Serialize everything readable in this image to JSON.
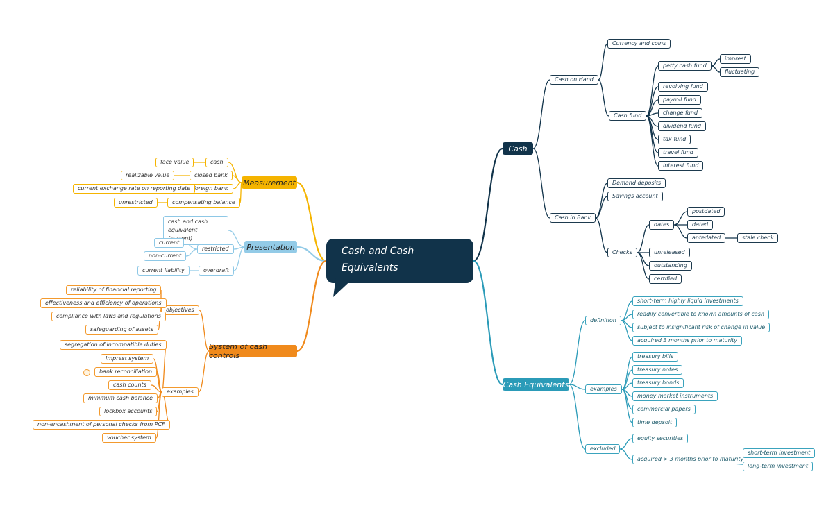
{
  "central": "Cash and Cash Equivalents",
  "colors": {
    "dark": "#11334a",
    "teal": "#2b9bb8",
    "gold": "#f5b400",
    "lightblue": "#93cbe7",
    "orange": "#f08a1c"
  },
  "cash": {
    "label": "Cash",
    "on_hand": "Cash on Hand",
    "currency_coins": "Currency and coins",
    "cash_fund": "Cash fund",
    "petty_cash_fund": "petty cash fund",
    "imprest": "imprest",
    "fluctuating": "fluctuating",
    "revolving_fund": "revolving fund",
    "payroll_fund": "payroll fund",
    "change_fund": "change fund",
    "dividend_fund": "dividend fund",
    "tax_fund": "tax fund",
    "travel_fund": "travel fund",
    "interest_fund": "interest fund",
    "in_bank": "Cash in Bank",
    "demand_deposits": "Demand deposits",
    "savings_account": "Savings account",
    "checks": "Checks",
    "dates": "dates",
    "postdated": "postdated",
    "dated": "dated",
    "antedated": "antedated",
    "stale_check": "stale check",
    "unreleased": "unreleased",
    "outstanding": "outstanding",
    "certified": "certified"
  },
  "cash_equivalents": {
    "label": "Cash Equivalents",
    "definition": "definition",
    "def_1": "short-term highly liquid investments",
    "def_2": "readily convertible to known amounts of cash",
    "def_3": "subject to insignificant risk of change in value",
    "def_4": "acquired 3 months prior to maturity",
    "examples": "examples",
    "ex_1": "treasury bills",
    "ex_2": "treasury notes",
    "ex_3": "treasury bonds",
    "ex_4": "money market instruments",
    "ex_5": "commercial papers",
    "ex_6": "time depsoit",
    "excluded": "excluded",
    "exc_1": "equity securities",
    "exc_2": "acquired > 3 months prior to maturity",
    "short_term": "short-term investment",
    "long_term": "long-term investment"
  },
  "measurement": {
    "label": "Measurement",
    "cash": "cash",
    "face_value": "face value",
    "closed_bank": "closed bank",
    "realizable_value": "realizable value",
    "foreign_bank": "foreign bank",
    "current_exchange_rate": "current exchange rate on reporting date",
    "compensating_balance": "compensating balance",
    "unrestricted": "unrestricted"
  },
  "presentation": {
    "label": "Presentation",
    "cash_equiv_current": "cash and cash equivalent (current)",
    "restricted": "restricted",
    "current": "current",
    "non_current": "non-current",
    "overdraft": "overdraft",
    "current_liability": "current liability"
  },
  "controls": {
    "label": "System of cash controls",
    "objectives": "objectives",
    "obj_1": "reliability of financial reporting",
    "obj_2": "effectiveness and efficiency of operations",
    "obj_3": "compliance with laws and regulations",
    "obj_4": "safeguarding of assets",
    "examples": "examples",
    "ex_1": "segregation of incompatible duties",
    "ex_2": "Imprest system",
    "ex_3": "bank reconciliation",
    "ex_4": "cash counts",
    "ex_5": "minimum cash balance",
    "ex_6": "lockbox accounts",
    "ex_7": "non-encashment of personal checks from PCF",
    "ex_8": "voucher system"
  }
}
